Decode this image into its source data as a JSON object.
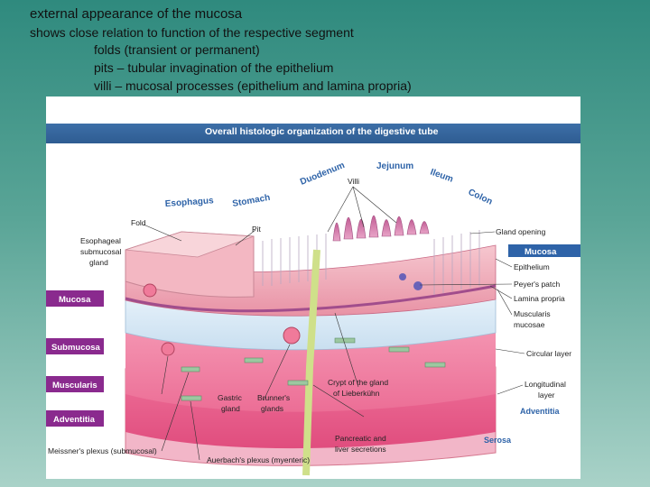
{
  "slide": {
    "title": "external appearance of the mucosa",
    "lines": [
      "shows close relation to function of the respective segment",
      "folds (transient or permanent)",
      "pits – tubular invagination of the epithelium",
      "villi – mucosal processes (epithelium and lamina propria)"
    ]
  },
  "figure": {
    "banner": "Overall histologic organization of the digestive tube",
    "segments": [
      "Esophagus",
      "Stomach",
      "Duodenum",
      "Jejunum",
      "Ileum",
      "Colon"
    ],
    "left_labels": {
      "fold": "Fold",
      "esophageal_gland": [
        "Esophageal",
        "submucosal",
        "gland"
      ],
      "pit": "Pit",
      "villi": "Villi"
    },
    "layer_boxes": [
      "Mucosa",
      "Submucosa",
      "Muscularis",
      "Adventitia"
    ],
    "right_labels": {
      "gland_opening": "Gland opening",
      "mucosa_box": "Mucosa",
      "epithelium": "Epithelium",
      "peyers_patch": "Peyer's patch",
      "lamina_propria": "Lamina propria",
      "muscularis_mucosae": [
        "Muscularis",
        "mucosae"
      ],
      "circular_layer": "Circular layer",
      "longitudinal_layer": [
        "Longitudinal",
        "layer"
      ],
      "adventitia": "Adventitia",
      "serosa": "Serosa"
    },
    "bottom_labels": {
      "gastric_gland": [
        "Gastric",
        "gland"
      ],
      "brunners_glands": [
        "Brunner's",
        "glands"
      ],
      "crypt": [
        "Crypt of the gland",
        "of Lieberkühn"
      ],
      "pancreatic": [
        "Pancreatic and",
        "liver secretions"
      ],
      "meissner": "Meissner's plexus (submucosal)",
      "auerbach": "Auerbach's plexus (myenteric)"
    }
  }
}
